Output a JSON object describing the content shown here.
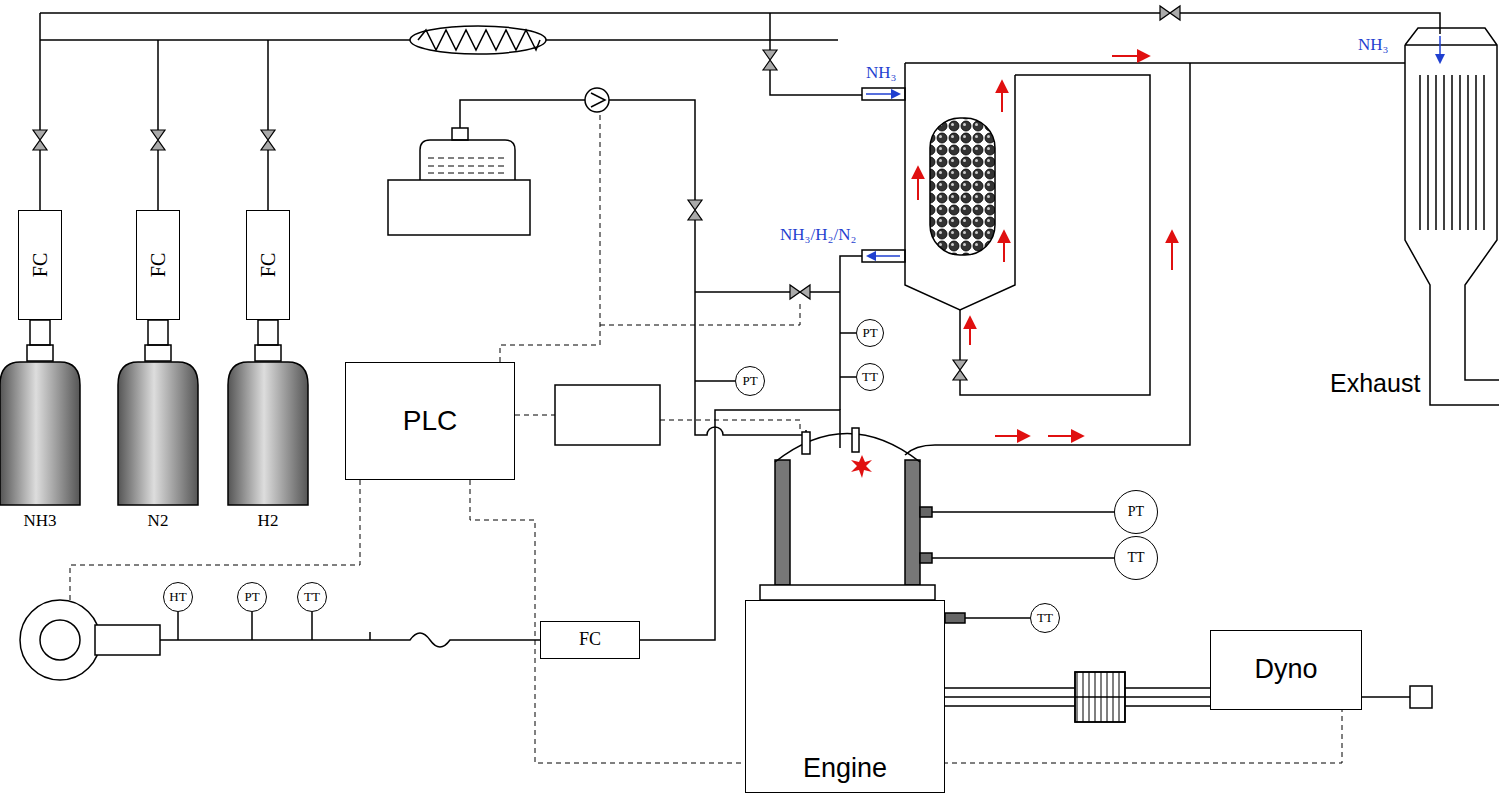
{
  "diagram": {
    "nodes": [
      {
        "text": [
          "FC"
        ]
      },
      {
        "text": [
          "FC"
        ]
      },
      {
        "text": [
          "FC"
        ]
      },
      {
        "text": [
          "PLC"
        ]
      },
      {
        "text": [
          "PT"
        ]
      },
      {
        "text": [
          "TT"
        ]
      },
      {
        "text": [
          "PT"
        ]
      },
      {
        "text": [
          "PT"
        ]
      },
      {
        "text": [
          "TT"
        ]
      },
      {
        "text": [
          "TT"
        ]
      },
      {
        "text": [
          "HT"
        ]
      },
      {
        "text": [
          "PT"
        ]
      },
      {
        "text": [
          "TT"
        ]
      },
      {
        "text": [
          "FC"
        ]
      },
      {
        "text": [
          "Engine"
        ]
      },
      {
        "text": [
          "Dyno"
        ]
      }
    ],
    "edges": [
      {
        "from": 14,
        "to": 15,
        "arrow": "none"
      },
      {
        "from": 14,
        "to": 9,
        "arrow": "none"
      },
      {
        "from": 3,
        "to": 15,
        "arrow": "none"
      }
    ],
    "labels": [
      "NH₃",
      "NH₃",
      "NH₃/H₂/N₂",
      "Exhaust",
      "NH3",
      "N2",
      "H2"
    ]
  }
}
